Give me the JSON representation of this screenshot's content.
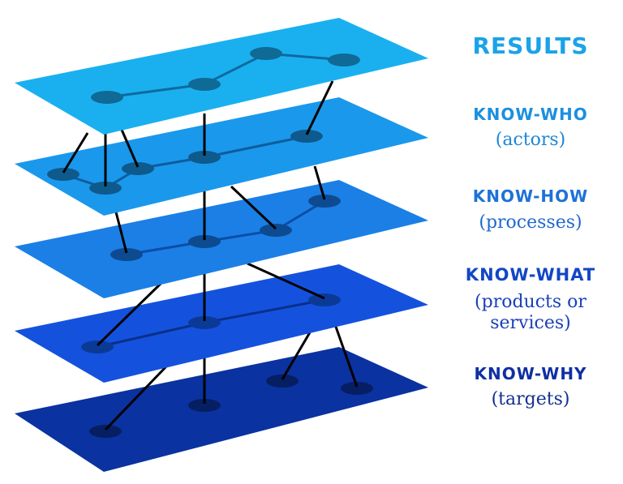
{
  "labels": {
    "results": "RESULTS",
    "know_who": "KNOW-WHO",
    "know_who_sub": "(actors)",
    "know_how": "KNOW-HOW",
    "know_how_sub": "(processes)",
    "know_what": "KNOW-WHAT",
    "know_what_sub_1": "(products or",
    "know_what_sub_2": "services)",
    "know_why": "KNOW-WHY",
    "know_why_sub": "(targets)"
  },
  "colors": {
    "layer_results": "#1ab0f0",
    "layer_know_who": "#1a98ec",
    "layer_know_how": "#1b7fe6",
    "layer_know_what": "#1452de",
    "layer_know_why": "#0a32a0",
    "node": "#0d4f7a",
    "link": "#000000"
  }
}
